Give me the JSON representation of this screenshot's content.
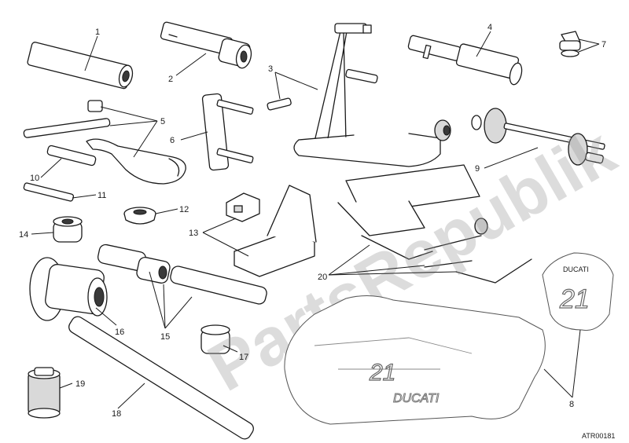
{
  "callouts": [
    "1",
    "2",
    "3",
    "4",
    "5",
    "6",
    "7",
    "8",
    "9",
    "10",
    "11",
    "12",
    "13",
    "14",
    "15",
    "16",
    "17",
    "18",
    "19",
    "20"
  ],
  "reference_code": "ATR00181",
  "watermark": "PartsRepublik",
  "cover_number": "21",
  "cover_brand": "DUCATI",
  "colors": {
    "line": "#1a1a1a",
    "watermark": "#9a9a9a",
    "background": "#ffffff"
  }
}
